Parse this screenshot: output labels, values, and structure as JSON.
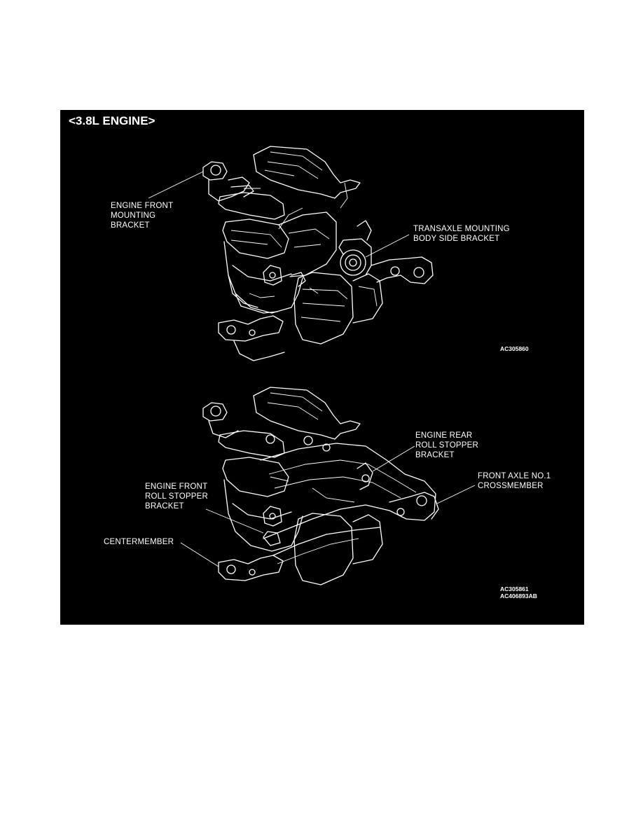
{
  "figure": {
    "title": "<3.8L ENGINE>",
    "top": {
      "labels": {
        "engine_front_mounting_bracket": "ENGINE FRONT\nMOUNTING\nBRACKET",
        "transaxle_mounting_body_side_bracket": "TRANSAXLE MOUNTING\nBODY SIDE BRACKET"
      },
      "code": "AC305860"
    },
    "bottom": {
      "labels": {
        "engine_rear_roll_stopper_bracket": "ENGINE REAR\nROLL STOPPER\nBRACKET",
        "front_axle_crossmember": "FRONT AXLE NO.1\nCROSSMEMBER",
        "engine_front_roll_stopper_bracket": "ENGINE FRONT\nROLL STOPPER\nBRACKET",
        "centermember": "CENTERMEMBER"
      },
      "code": "AC305861\nAC406893AB"
    },
    "colors": {
      "background": "#000000",
      "line": "#ffffff",
      "page": "#ffffff"
    }
  }
}
